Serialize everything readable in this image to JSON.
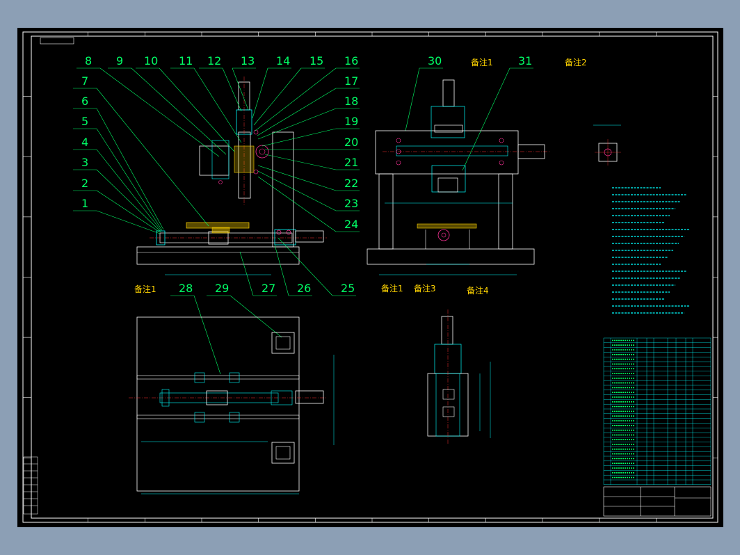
{
  "drawing": {
    "part_numbers": [
      "1",
      "2",
      "3",
      "4",
      "5",
      "6",
      "7",
      "8",
      "9",
      "10",
      "11",
      "12",
      "13",
      "14",
      "15",
      "16",
      "17",
      "18",
      "19",
      "20",
      "21",
      "22",
      "23",
      "24",
      "25",
      "26",
      "27",
      "28",
      "29",
      "30",
      "31"
    ],
    "notes": {
      "note1_a": "备注1",
      "note1_b": "备注1",
      "note1_c": "备注1",
      "note2": "备注2",
      "note3": "备注3",
      "note4": "备注4"
    },
    "colors": {
      "background": "#000000",
      "frame": "#ffffff",
      "labels": "#00ff66",
      "dims": "#00ffff",
      "notes": "#ffd400",
      "centerline": "#ff3030",
      "hatch": "#ffd400",
      "highlight": "#ff3399"
    }
  }
}
